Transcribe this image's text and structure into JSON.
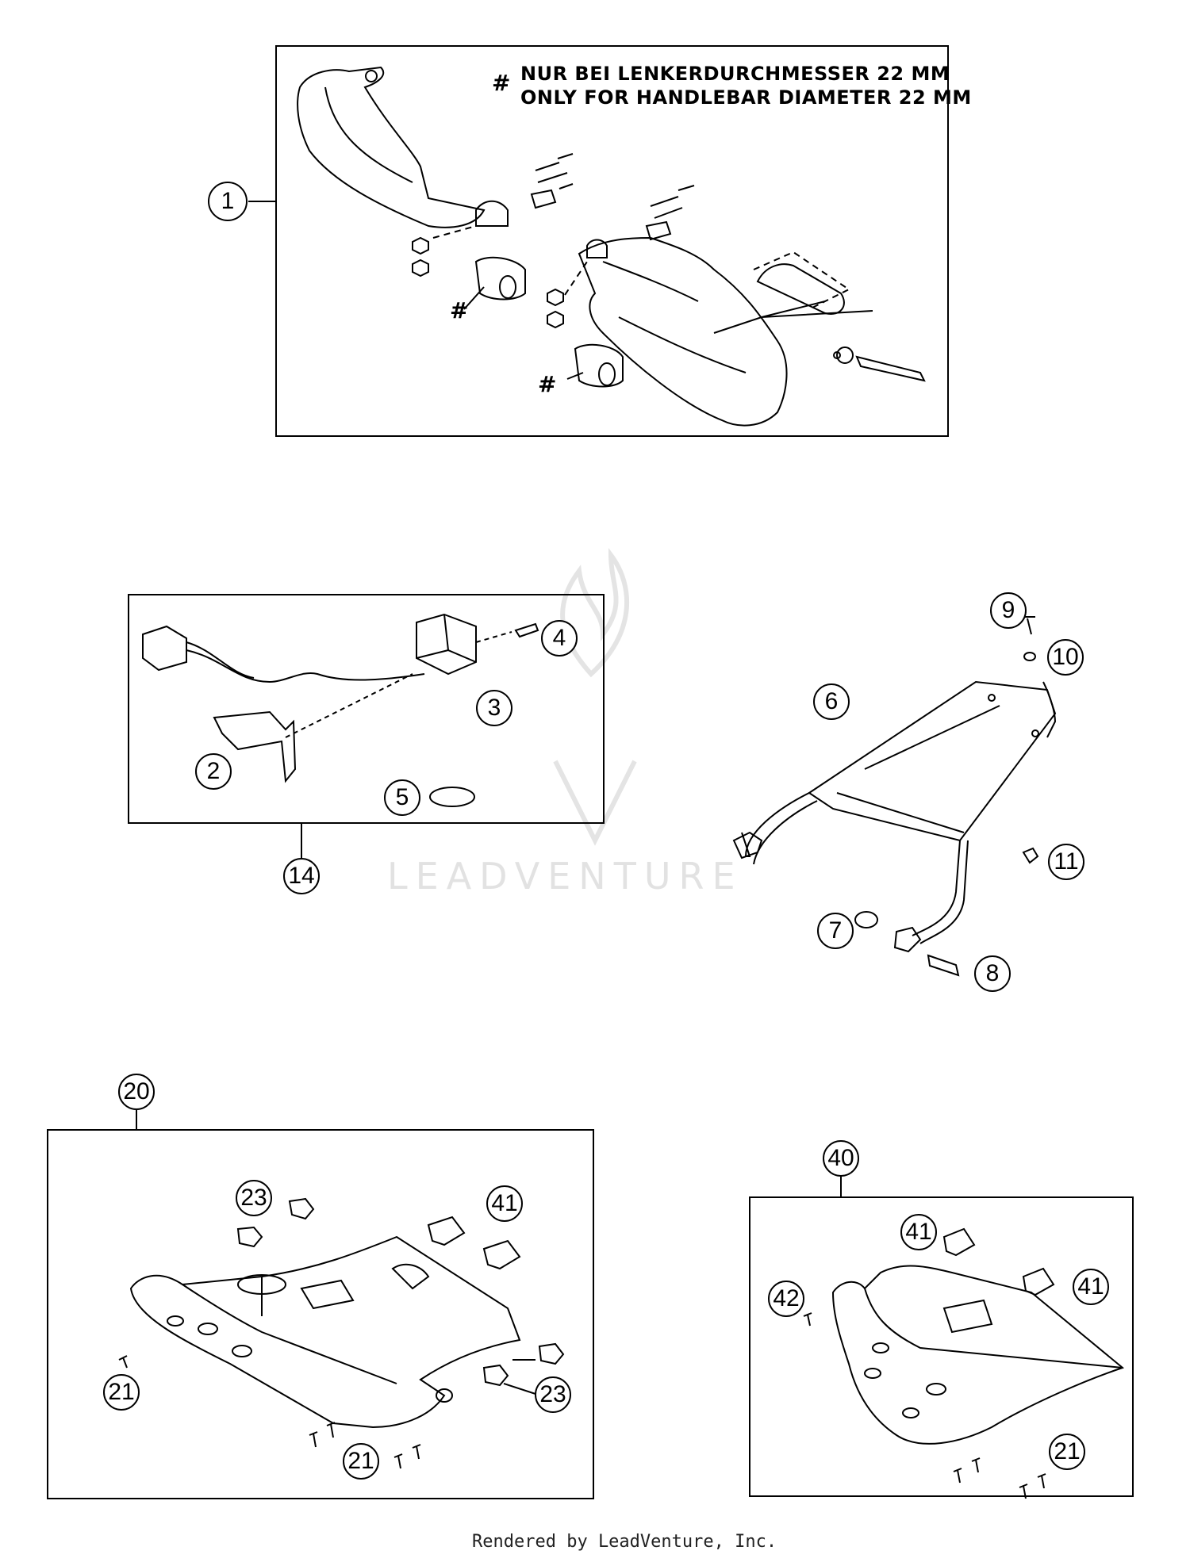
{
  "notes": {
    "hash_symbol": "#",
    "line_de": "NUR BEI LENKERDURCHMESSER 22 MM",
    "line_en": "ONLY FOR HANDLEBAR DIAMETER 22 MM"
  },
  "callouts": {
    "c1": "1",
    "c2": "2",
    "c3": "3",
    "c4": "4",
    "c5": "5",
    "c6": "6",
    "c7": "7",
    "c8": "8",
    "c9": "9",
    "c10": "10",
    "c11": "11",
    "c14": "14",
    "c20": "20",
    "c21a": "21",
    "c21b": "21",
    "c21c": "21",
    "c23a": "23",
    "c23b": "23",
    "c40": "40",
    "c41a": "41",
    "c41b": "41",
    "c41c": "41",
    "c42": "42"
  },
  "watermark": "LEADVENTURE",
  "footer": "Rendered by LeadVenture, Inc."
}
